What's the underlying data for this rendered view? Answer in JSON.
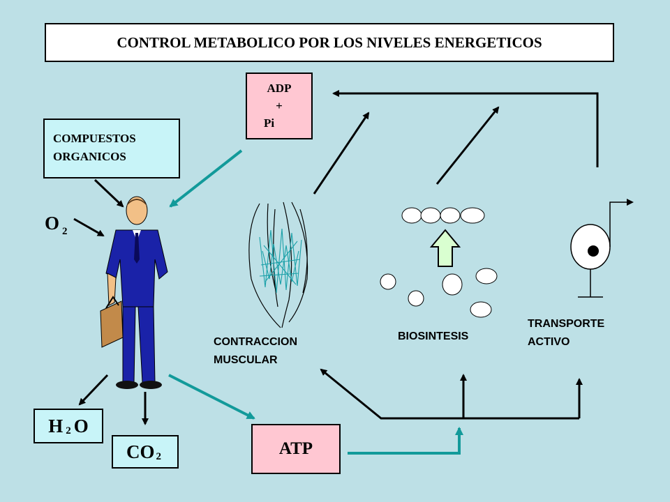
{
  "title": "CONTROL METABOLICO  POR LOS NIVELES ENERGETICOS",
  "adp_box": {
    "line1": "ADP",
    "line2": "+",
    "line3": "Pi"
  },
  "compuestos_box": {
    "line1": "COMPUESTOS",
    "line2": "ORGANICOS"
  },
  "o2": {
    "symbol": "O",
    "subscript": "2"
  },
  "h2o": {
    "part1": "H",
    "subscript": "2",
    "part2": "O"
  },
  "co2": {
    "symbol": "CO",
    "subscript": "2"
  },
  "atp": "ATP",
  "labels": {
    "contraccion": {
      "line1": "CONTRACCION",
      "line2": "MUSCULAR"
    },
    "biosintesis": "BIOSINTESIS",
    "transporte": {
      "line1": "TRANSPORTE",
      "line2": "ACTIVO"
    }
  },
  "colors": {
    "background": "#bde0e6",
    "pink_box": "#ffc7d2",
    "cyan_box": "#c8f4f8",
    "teal_arrow": "#129a9a",
    "suit": "#1a22a8",
    "green_arrow": "#d9ffd0"
  }
}
